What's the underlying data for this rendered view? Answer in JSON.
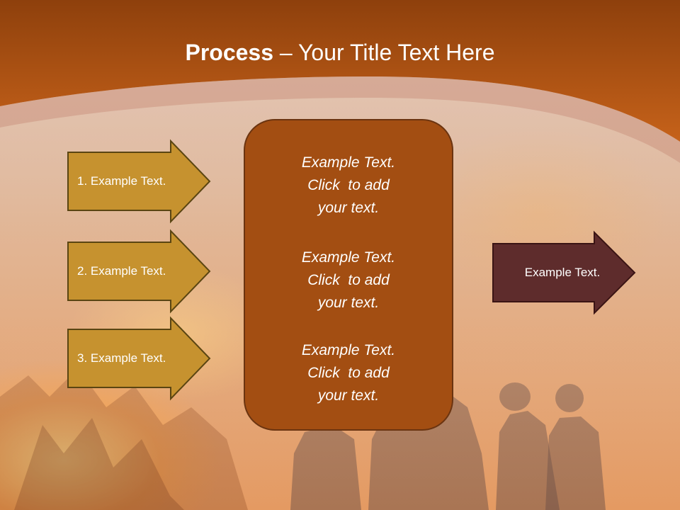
{
  "slide": {
    "title_bold": "Process",
    "title_rest": " – Your Title Text Here"
  },
  "left_arrows": [
    {
      "label": "1. Example Text."
    },
    {
      "label": "2. Example Text."
    },
    {
      "label": "3. Example Text."
    }
  ],
  "center_box": {
    "blocks": [
      {
        "line1": "Example Text.",
        "line2": "Click  to add",
        "line3": "your text."
      },
      {
        "line1": "Example Text.",
        "line2": "Click  to add",
        "line3": "your text."
      },
      {
        "line1": "Example Text.",
        "line2": "Click  to add",
        "line3": "your text."
      }
    ]
  },
  "right_arrow": {
    "label": "Example Text."
  },
  "colors": {
    "header": "#b6540f",
    "left_arrow_fill": "#c6922f",
    "left_arrow_stroke": "#5a4512",
    "center_box_fill": "#a34e12",
    "right_arrow_fill": "#5e2c2c",
    "right_arrow_stroke": "#3a1414",
    "text": "#ffffff"
  }
}
